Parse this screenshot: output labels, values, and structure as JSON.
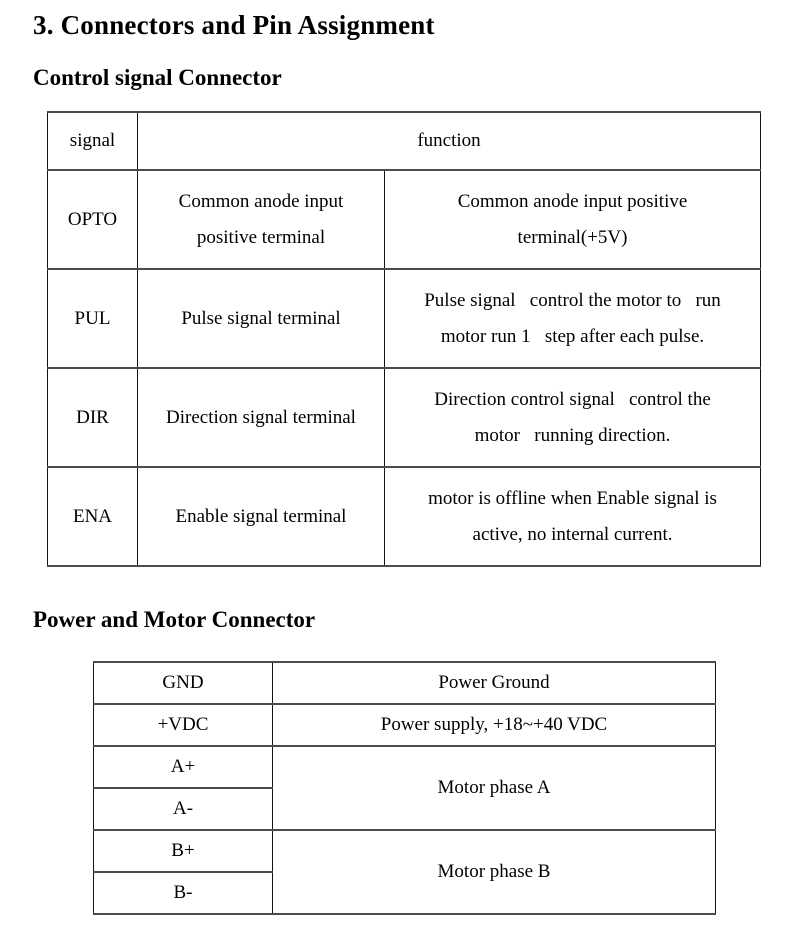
{
  "page": {
    "title": "3. Connectors and Pin Assignment",
    "control_section_heading": "Control signal Connector",
    "power_section_heading": "Power and Motor Connector"
  },
  "control_table": {
    "header": {
      "signal": "signal",
      "function": "function"
    },
    "rows": [
      {
        "signal": "OPTO",
        "function_short": "Common anode input\npositive terminal",
        "function_detail": "Common anode input positive\nterminal(+5V)"
      },
      {
        "signal": "PUL",
        "function_short": "Pulse signal terminal",
        "function_detail": "Pulse signal   control the motor to   run\nmotor run 1   step after each pulse."
      },
      {
        "signal": "DIR",
        "function_short": "Direction signal terminal",
        "function_detail": "Direction control signal   control the\nmotor   running direction."
      },
      {
        "signal": "ENA",
        "function_short": "Enable signal terminal",
        "function_detail": "motor is offline when Enable signal is\nactive, no internal current."
      }
    ]
  },
  "power_table": {
    "rows": [
      {
        "pin": "GND",
        "desc": "Power Ground"
      },
      {
        "pin": "+VDC",
        "desc": "Power supply, +18~+40 VDC"
      },
      {
        "pin": "A+",
        "desc": "Motor phase A"
      },
      {
        "pin": "A-"
      },
      {
        "pin": "B+",
        "desc": "Motor phase B"
      },
      {
        "pin": "B-"
      }
    ]
  }
}
